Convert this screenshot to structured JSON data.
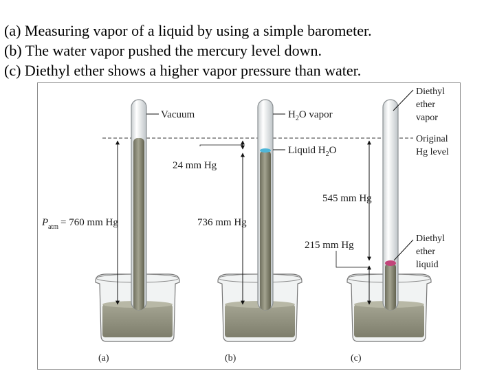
{
  "caption": {
    "line_a": "(a) Measuring vapor of a liquid by using a simple barometer.",
    "line_b": "(b) The water vapor pushed the mercury level down.",
    "line_c": "(c) Diethyl ether shows a higher vapor pressure than water."
  },
  "panels": {
    "a": {
      "label": "(a)",
      "top_label": "Vacuum",
      "pressure_label": "= 760 mm Hg",
      "p_symbol": "P",
      "p_sub": "atm"
    },
    "b": {
      "label": "(b)",
      "vapor_main": "H",
      "vapor_sub": "2",
      "vapor_rest": "O vapor",
      "liquid_main": "Liquid H",
      "liquid_sub": "2",
      "liquid_rest": "O",
      "drop_label": "24 mm Hg",
      "column_label": "736 mm Hg"
    },
    "c": {
      "label": "(c)",
      "vapor_line1": "Diethyl",
      "vapor_line2": "ether",
      "vapor_line3": "vapor",
      "original_line1": "Original",
      "original_line2": "Hg level",
      "drop_label": "545 mm Hg",
      "column_label": "215 mm Hg",
      "liquid_line1": "Diethyl",
      "liquid_line2": "ether",
      "liquid_line3": "liquid"
    }
  },
  "colors": {
    "mercury": "#8c8c78",
    "water": "#4fb6d8",
    "ether": "#c2457a",
    "glass": "#eef1f2"
  }
}
